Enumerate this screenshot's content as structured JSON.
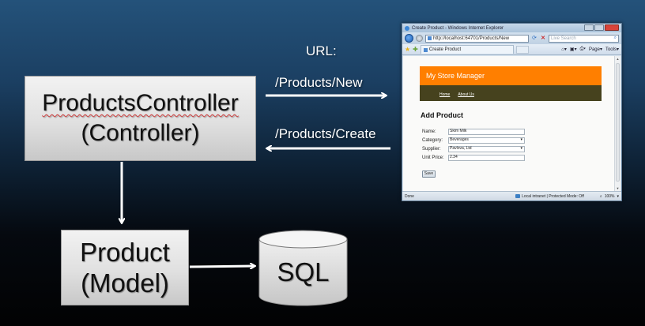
{
  "diagram": {
    "url_heading": "URL:",
    "controller_box": {
      "line1": "ProductsController",
      "line2": "(Controller)"
    },
    "model_box": {
      "line1": "Product",
      "line2": "(Model)"
    },
    "database": {
      "label": "SQL"
    },
    "arrows": [
      {
        "from": "controller",
        "to": "browser",
        "label": "/Products/New"
      },
      {
        "from": "browser",
        "to": "controller",
        "label": "/Products/Create"
      },
      {
        "from": "controller",
        "to": "model",
        "label": ""
      },
      {
        "from": "model",
        "to": "database",
        "label": ""
      }
    ]
  },
  "browser": {
    "window_title": "Create Product - Windows Internet Explorer",
    "address": "http://localhost:64701/Products/New",
    "search_placeholder": "Live Search",
    "tab_title": "Create Product",
    "commands": {
      "page": "Page",
      "tools": "Tools"
    },
    "status": {
      "left": "Done",
      "zone": "Local intranet | Protected Mode: Off",
      "zoom": "100%"
    },
    "site": {
      "header": "My Store Manager",
      "nav": [
        "Home",
        "About Us"
      ],
      "form_title": "Add Product",
      "fields": [
        {
          "label": "Name:",
          "value": "Skim Milk",
          "type": "text"
        },
        {
          "label": "Category:",
          "value": "Beverages",
          "type": "select"
        },
        {
          "label": "Supplier:",
          "value": "Pavlova, Ltd",
          "type": "select"
        },
        {
          "label": "Unit Price:",
          "value": "2.34",
          "type": "text"
        }
      ],
      "save_label": "Save"
    },
    "colors": {
      "site_header": "#ff7f00",
      "site_nav": "#46421e"
    }
  }
}
